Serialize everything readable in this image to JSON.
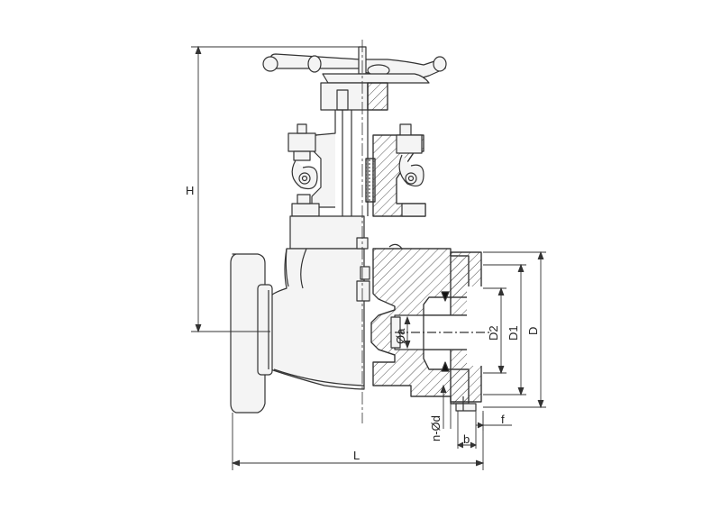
{
  "diagram": {
    "dimension_labels": {
      "H": "H",
      "L": "L",
      "D": "D",
      "D1": "D1",
      "D2": "D2",
      "a": "Øa",
      "nd": "n-Ød",
      "b": "b",
      "f": "f"
    },
    "colors": {
      "line": "#333333",
      "fill": "#f4f4f4",
      "hatch": "#555555",
      "background": "#ffffff"
    }
  }
}
